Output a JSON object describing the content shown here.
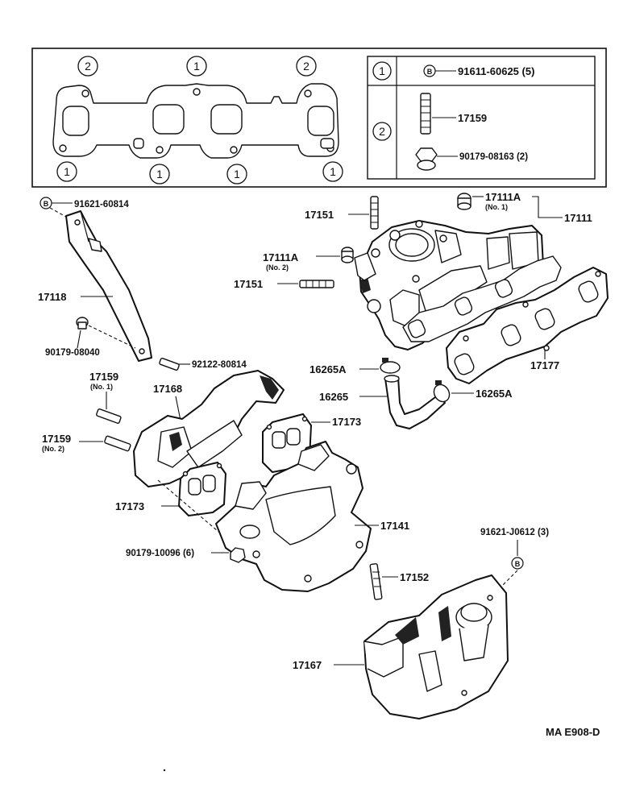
{
  "legend": {
    "row1": {
      "key": "1",
      "bolt_symbol": "B",
      "part": "91611-60625 (5)"
    },
    "row2": {
      "key": "2",
      "stud": "17159",
      "nut": "90179-08163 (2)"
    }
  },
  "gasket_markers": {
    "top": [
      "2",
      "1",
      "2"
    ],
    "bottom": [
      "1",
      "1",
      "1",
      "1"
    ]
  },
  "labels": {
    "bolt_91621_60814": "91621-60814",
    "bolt_symbol": "B",
    "p17118": "17118",
    "p90179_08040": "90179-08040",
    "p92122_80814": "92122-80814",
    "p17159_no1": "17159",
    "p17159_no1_sub": "(No. 1)",
    "p17159_no2": "17159",
    "p17159_no2_sub": "(No. 2)",
    "p17168": "17168",
    "p17173_upper": "17173",
    "p17173_lower": "17173",
    "p17141": "17141",
    "p90179_10096": "90179-10096 (6)",
    "p17152": "17152",
    "p91621_J0612": "91621-J0612 (3)",
    "p17167": "17167",
    "p17151_top": "17151",
    "p17151_mid": "17151",
    "p17111A_no2": "17111A",
    "p17111A_no2_sub": "(No. 2)",
    "p17111A_no1": "17111A",
    "p17111A_no1_sub": "(No. 1)",
    "p17111": "17111",
    "p17177": "17177",
    "p16265A_upper": "16265A",
    "p16265": "16265",
    "p16265A_lower": "16265A"
  },
  "footer": {
    "code": "MA E908-D"
  }
}
